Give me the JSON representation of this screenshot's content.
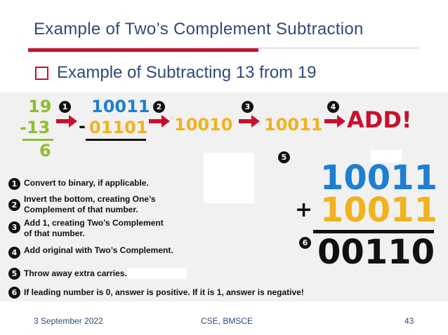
{
  "slide": {
    "title": "Example of Two’s Complement Subtraction",
    "bullet": "Example of Subtracting 13 from 19"
  },
  "problem": {
    "top": "19",
    "bottom": "-13",
    "result": "6"
  },
  "flow": {
    "original": "10011",
    "subtract_sign": "-",
    "subtrahend": "01101",
    "ones_complement": "10010",
    "twos_complement": "10011",
    "add_label": "ADD!"
  },
  "addition": {
    "top": "10011",
    "plus": "+",
    "bottom": "10011",
    "result": "00110"
  },
  "markers": [
    "1",
    "2",
    "3",
    "4",
    "5",
    "6"
  ],
  "steps": [
    "Convert to binary, if applicable.",
    "Invert the bottom, creating One’s Complement of that number.",
    "Add 1, creating Two’s Complement of that number.",
    "Add original with Two’s Complement.",
    "Throw away extra carries.",
    "If leading number is 0, answer is positive. If it is 1, answer is negative!"
  ],
  "footer": {
    "date": "3 September 2022",
    "center": "CSE, BMSCE",
    "page": "43"
  },
  "colors": {
    "title": "#2f4a79",
    "accent_red": "#c8102e",
    "green": "#8bbf2e",
    "blue": "#1d7fd1",
    "yellow": "#f1b21c"
  }
}
